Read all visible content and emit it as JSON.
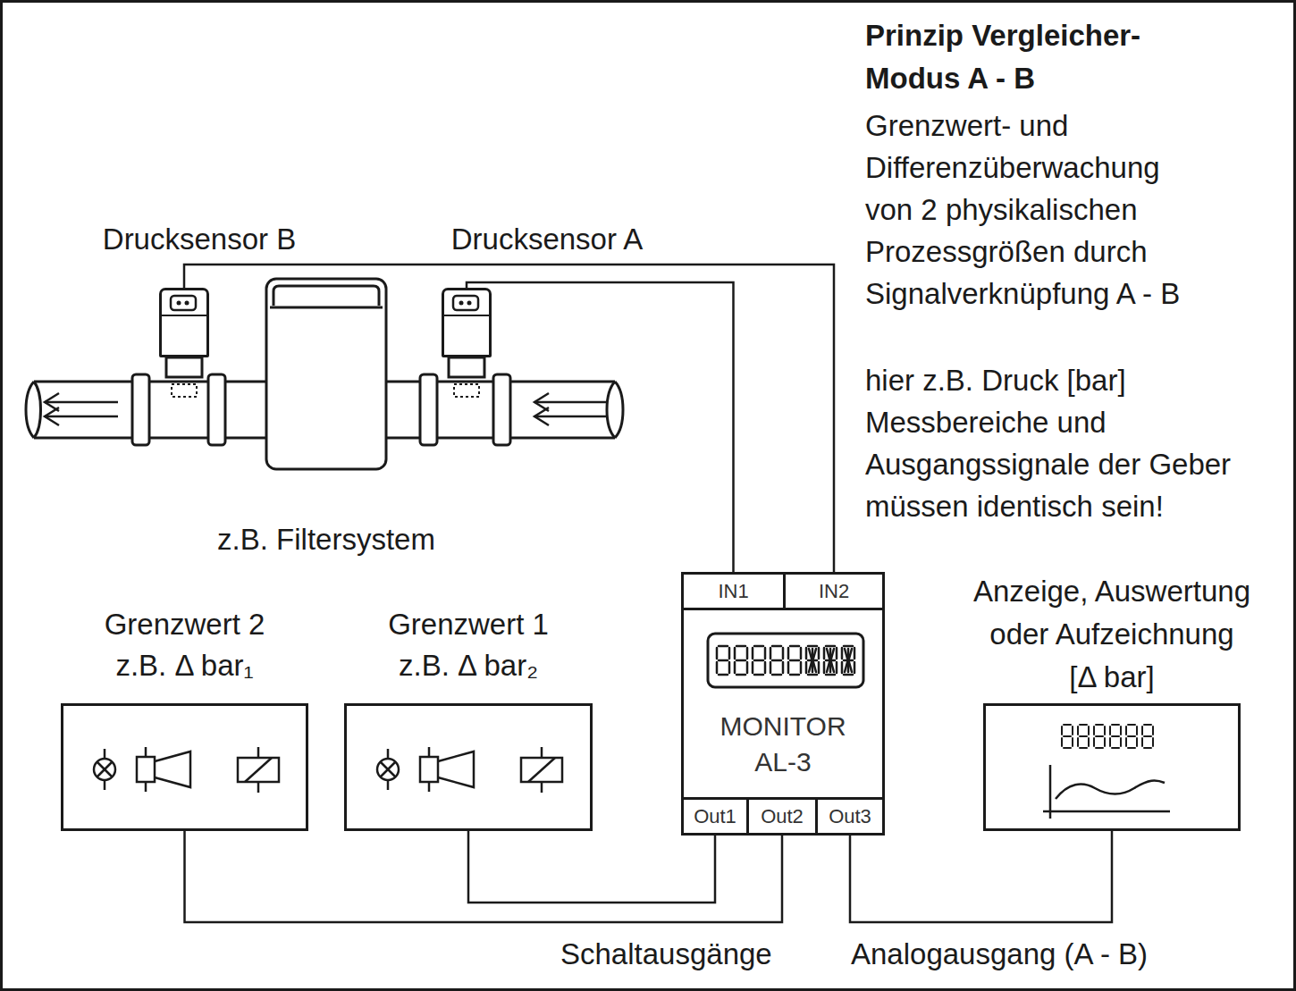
{
  "diagram": {
    "title": "Prinzip Vergleicher-Modus A - B",
    "nodes": [
      {
        "text": [
          "Drucksensor B"
        ]
      },
      {
        "text": [
          "Drucksensor A"
        ]
      },
      {
        "text": [
          "MONITOR AL-3"
        ]
      },
      {
        "text": [
          "IN1"
        ],
        "in": 2
      },
      {
        "text": [
          "IN2"
        ],
        "in": 2
      },
      {
        "text": [
          "Out1"
        ],
        "in": 2
      },
      {
        "text": [
          "Out2"
        ],
        "in": 2
      },
      {
        "text": [
          "Out3"
        ],
        "in": 2
      },
      {
        "text": [
          "Grenzwert 2",
          "z.B. Δ bar₁"
        ]
      },
      {
        "text": [
          "Grenzwert 1",
          "z.B. Δ bar₂"
        ]
      },
      {
        "text": [
          "Anzeige, Auswertung oder Aufzeichnung",
          "[Δ bar]"
        ]
      }
    ],
    "edges": [
      {
        "from": 1,
        "to": 3,
        "arrow": "none"
      },
      {
        "from": 0,
        "to": 4,
        "arrow": "none"
      },
      {
        "from": 5,
        "to": 9,
        "arrow": "none"
      },
      {
        "from": 6,
        "to": 8,
        "arrow": "none"
      },
      {
        "from": 7,
        "to": 10,
        "arrow": "none"
      }
    ],
    "labels": [
      "Grenzwert- und Differenzüberwachung von 2 physikalischen Prozessgrößen durch Signalverknüpfung A - B",
      "hier z.B. Druck [bar] Messbereiche und Ausgangssignale der Geber müssen identisch sein!",
      "z.B. Filtersystem",
      "Schaltausgänge",
      "Analogausgang (A - B)"
    ]
  }
}
